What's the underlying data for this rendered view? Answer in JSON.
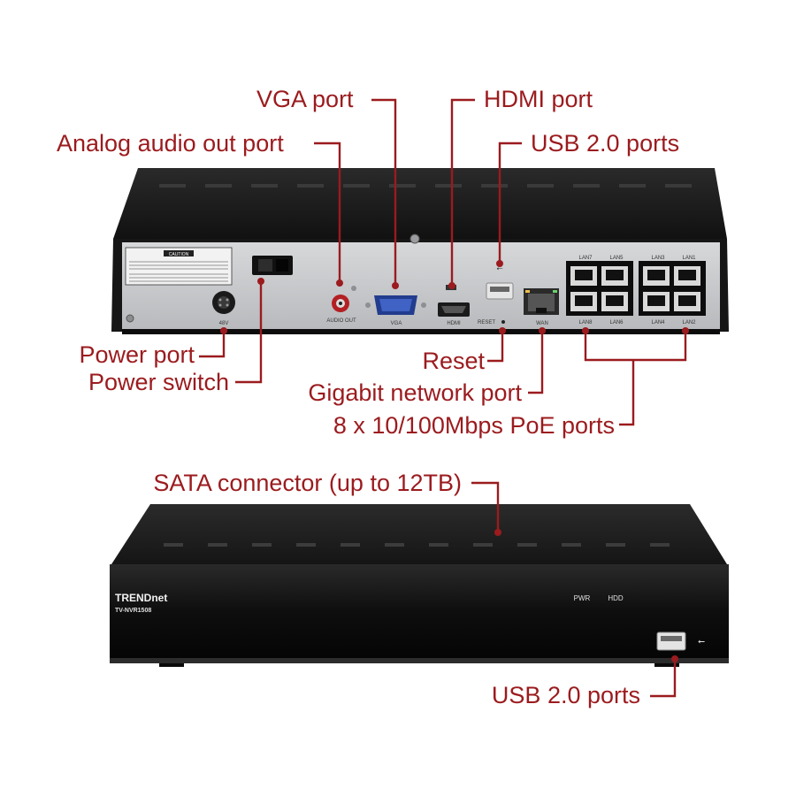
{
  "colors": {
    "callout": "#9b1b1e",
    "chassis": "#151515",
    "panel": "#c9cbce",
    "port_blue": "#2f4fa6"
  },
  "callouts": {
    "vga_port": "VGA port",
    "hdmi_port": "HDMI port",
    "analog_audio_out_port": "Analog audio out port",
    "usb_ports_rear": "USB 2.0 ports",
    "power_port": "Power port",
    "power_switch": "Power switch",
    "reset": "Reset",
    "gigabit_network_port": "Gigabit network port",
    "poe_ports": "8 x 10/100Mbps PoE ports",
    "sata_connector": "SATA connector (up to 12TB)",
    "usb_ports_front": "USB 2.0 ports"
  },
  "rear_panel": {
    "lan_top": [
      "LAN7",
      "LAN5",
      "LAN3",
      "LAN1"
    ],
    "lan_bottom": [
      "LAN8",
      "LAN6",
      "LAN4",
      "LAN2"
    ],
    "audio_out": "AUDIO OUT",
    "vga": "VGA",
    "hdmi": "HDMI",
    "reset": "RESET",
    "wan": "WAN",
    "voltage": "48V",
    "caution_title": "CAUTION"
  },
  "front_panel": {
    "brand": "TRENDnet",
    "model": "TV-NVR1508",
    "pwr": "PWR",
    "hdd": "HDD"
  }
}
